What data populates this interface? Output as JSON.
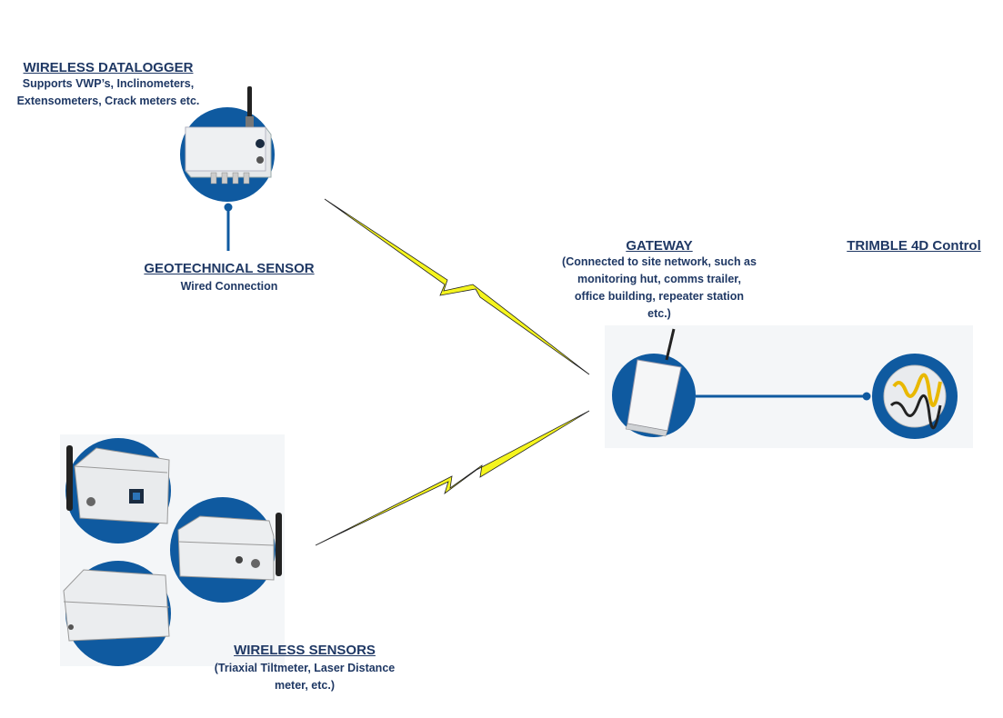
{
  "datalogger": {
    "title": "WIRELESS DATALOGGER",
    "desc_line1": "Supports VWP’s, Inclinometers,",
    "desc_line2": "Extensometers, Crack meters etc."
  },
  "geo_sensor": {
    "title": "GEOTECHNICAL SENSOR",
    "desc": "Wired Connection"
  },
  "gateway": {
    "title": "GATEWAY",
    "desc_line1": "(Connected to site network, such as",
    "desc_line2": "monitoring hut, comms trailer,",
    "desc_line3": "office building, repeater station",
    "desc_line4": "etc.)"
  },
  "trimble": {
    "title": "TRIMBLE 4D Control"
  },
  "wireless_sensors": {
    "title": "WIRELESS SENSORS",
    "desc_line1": "(Triaxial Tiltmeter, Laser Distance",
    "desc_line2": "meter, etc.)"
  },
  "colors": {
    "circle_blue": "#0f5aa0",
    "text_navy": "#1f3864",
    "bolt_yellow": "#f5f51e",
    "device_grey": "#e6e8ea"
  }
}
